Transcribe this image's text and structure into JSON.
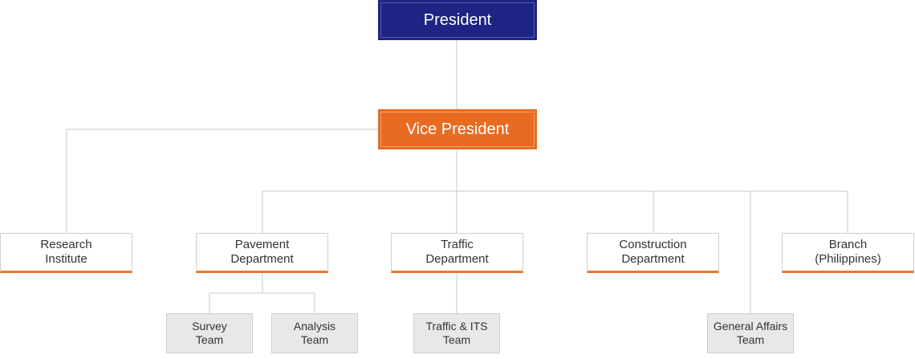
{
  "colors": {
    "president_fill": "#1e2484",
    "vice_president_fill": "#e86b22",
    "department_accent": "#e87a2e",
    "team_fill": "#e8e8e8",
    "line": "#c8c8c8"
  },
  "president": {
    "label": "President"
  },
  "vice_president": {
    "label": "Vice President"
  },
  "departments": [
    {
      "label": "Research\nInstitute"
    },
    {
      "label": "Pavement\nDepartment"
    },
    {
      "label": "Traffic\nDepartment"
    },
    {
      "label": "Construction\nDepartment"
    },
    {
      "label": "Branch\n(Philippines)"
    }
  ],
  "teams": [
    {
      "label": "Survey\nTeam"
    },
    {
      "label": "Analysis\nTeam"
    },
    {
      "label": "Traffic & ITS\nTeam"
    },
    {
      "label": "General Affairs\nTeam"
    }
  ]
}
